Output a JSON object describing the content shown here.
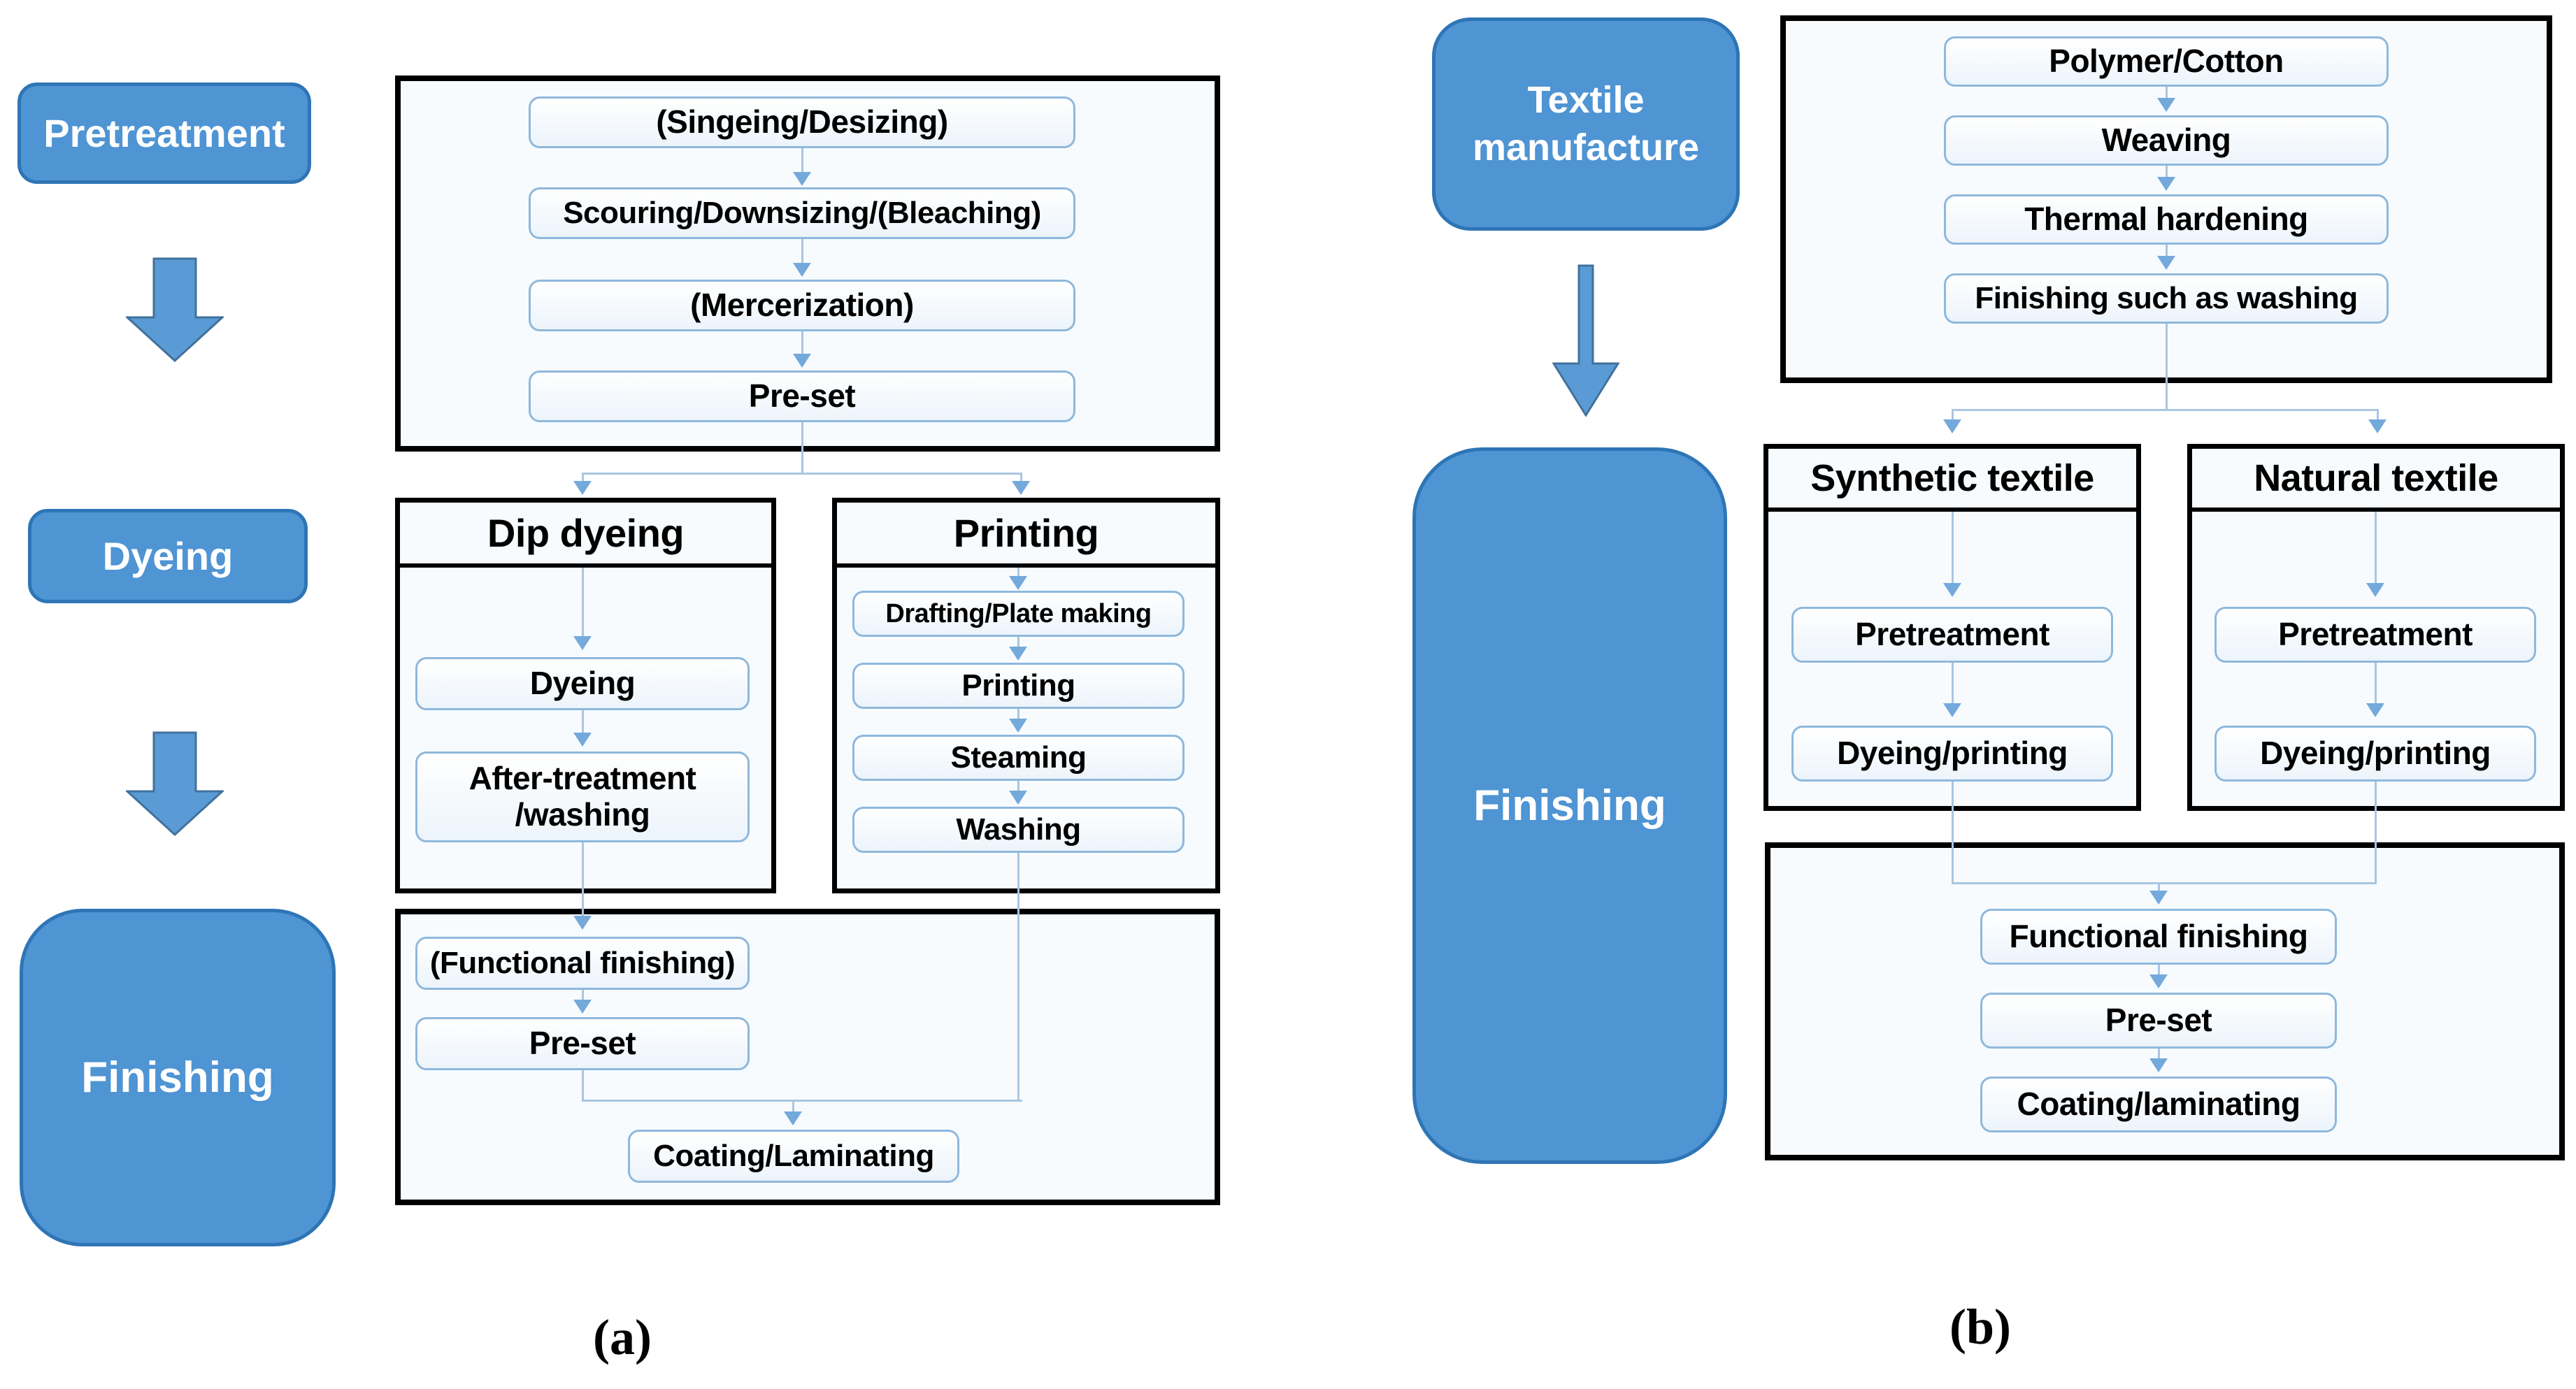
{
  "colors": {
    "stage_fill": "#4f94d3",
    "stage_border": "#2e75b6",
    "stage_text": "#ffffff",
    "outer_box_border": "#000000",
    "step_border": "#8fb8dc",
    "step_fill": "#ecf4fb",
    "connector_line": "#a9c6e2",
    "arrowhead": "#74a9db",
    "block_arrow_fill": "#5b9bd5",
    "block_arrow_border": "#41719c"
  },
  "diagram_a": {
    "caption": "(a)",
    "stage_pretreatment": "Pretreatment",
    "stage_dyeing": "Dyeing",
    "stage_finishing": "Finishing",
    "pretreatment_flow": {
      "steps": [
        "(Singeing/Desizing)",
        "Scouring/Downsizing/(Bleaching)",
        "(Mercerization)",
        "Pre-set"
      ]
    },
    "dip_dyeing": {
      "title": "Dip dyeing",
      "step_dyeing": "Dyeing",
      "step_after_line1": "After-treatment",
      "step_after_line2": "/washing"
    },
    "printing": {
      "title": "Printing",
      "steps": [
        "Drafting/Plate making",
        "Printing",
        "Steaming",
        "Washing"
      ]
    },
    "finishing_flow": {
      "steps": [
        "(Functional finishing)",
        "Pre-set",
        "Coating/Laminating"
      ]
    }
  },
  "diagram_b": {
    "caption": "(b)",
    "stage_manufacture_line1": "Textile",
    "stage_manufacture_line2": "manufacture",
    "stage_finishing": "Finishing",
    "manufacture_flow": {
      "steps": [
        "Polymer/Cotton",
        "Weaving",
        "Thermal hardening",
        "Finishing such as washing"
      ]
    },
    "synthetic": {
      "title": "Synthetic textile",
      "steps": [
        "Pretreatment",
        "Dyeing/printing"
      ]
    },
    "natural": {
      "title": "Natural textile",
      "steps": [
        "Pretreatment",
        "Dyeing/printing"
      ]
    },
    "finishing_flow": {
      "steps": [
        "Functional finishing",
        "Pre-set",
        "Coating/laminating"
      ]
    }
  }
}
